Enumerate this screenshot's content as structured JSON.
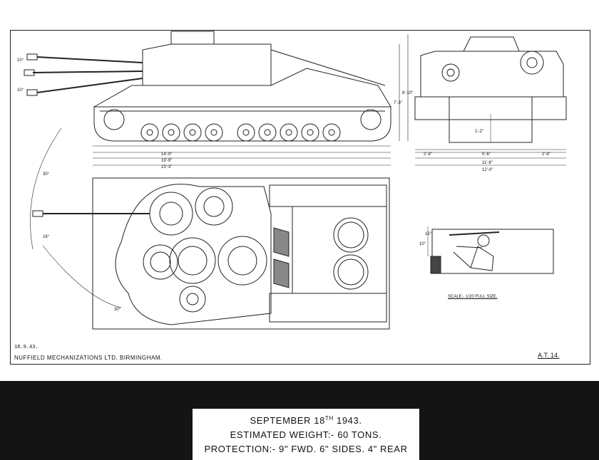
{
  "drawing": {
    "date_stamp": "18.9.43.",
    "maker": "NUFFIELD MECHANIZATIONS LTD. BIRMINGHAM.",
    "sheet_number": "A.T. 14.",
    "scale": "SCALE:- 1/20 FULL SIZE.",
    "side_view_dimensions": [
      "14'-9\"",
      "19'-9\"",
      "23'-3\"",
      "7'-3\"",
      "6'-10\"",
      "10°",
      "10°"
    ],
    "front_view_dimensions": [
      "2'-8\"",
      "5'-6\"",
      "2'-8\"",
      "11'-8\"",
      "12'-0\"",
      "1'-2\""
    ],
    "plan_view_dimensions": [
      "30°",
      "16°",
      "30°"
    ],
    "detail_dimensions": [
      "10°",
      "15°"
    ]
  },
  "label": {
    "line1_prefix": "SEPTEMBER 18",
    "line1_sup": "TH",
    "line1_suffix": " 1943.",
    "line2": "ESTIMATED WEIGHT:- 60 TONS.",
    "line3": "PROTECTION:- 9\" FWD. 6\" SIDES. 4\" REAR"
  }
}
